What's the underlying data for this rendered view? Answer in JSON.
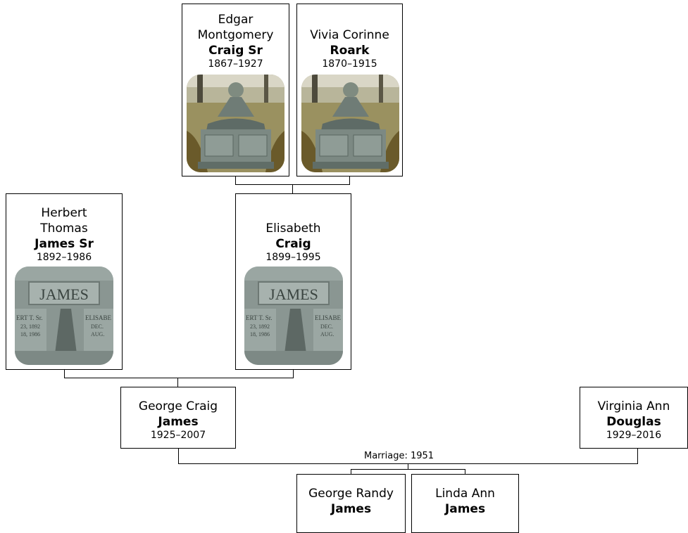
{
  "people": {
    "edgar": {
      "given1": "Edgar",
      "given2": "Montgomery",
      "surname": "Craig Sr",
      "years": "1867–1927",
      "photo_icon": "tombstone-photo"
    },
    "vivia": {
      "given1": "Vivia Corinne",
      "surname": "Roark",
      "years": "1870–1915",
      "photo_icon": "tombstone-photo"
    },
    "herbert": {
      "given1": "Herbert",
      "given2": "Thomas",
      "surname": "James Sr",
      "years": "1892–1986",
      "photo_icon": "gravestone-photo"
    },
    "elisabeth": {
      "given1": "Elisabeth",
      "surname": "Craig",
      "years": "1899–1995",
      "photo_icon": "gravestone-photo"
    },
    "george": {
      "given1": "George Craig",
      "surname": "James",
      "years": "1925–2007"
    },
    "virginia": {
      "given1": "Virginia Ann",
      "surname": "Douglas",
      "years": "1929–2016"
    },
    "randy": {
      "given1": "George Randy",
      "surname": "James"
    },
    "linda": {
      "given1": "Linda Ann",
      "surname": "James"
    }
  },
  "marriage": {
    "label": "Marriage: 1951"
  },
  "photos": {
    "gravestone_text": "JAMES",
    "gravestone_left_inscription": [
      "ERT T. Sr.",
      "23, 1892",
      "18, 1986"
    ],
    "gravestone_right_inscription": [
      "ELISABE",
      "DEC.",
      "AUG."
    ]
  },
  "colors": {
    "border": "#000000",
    "connector": "#000000",
    "stone": "#8a9692",
    "background": "#ffffff"
  }
}
